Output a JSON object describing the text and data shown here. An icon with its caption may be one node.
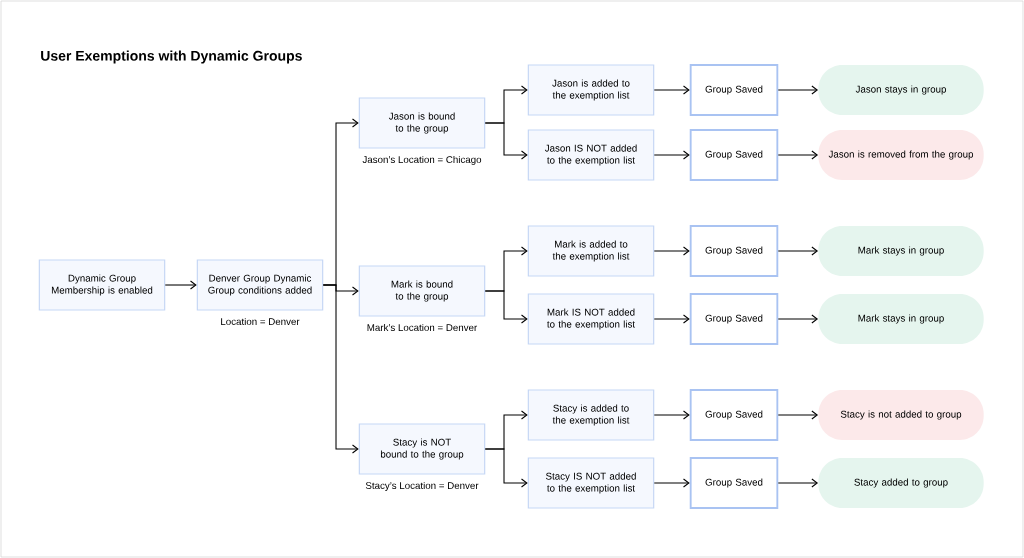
{
  "diagram": {
    "title": "User Exemptions with Dynamic Groups",
    "nodes": [
      {
        "text": [
          "Dynamic Group Membership is enabled"
        ]
      },
      {
        "text": [
          "Denver Group Dynamic Group conditions added"
        ],
        "beside": [
          "Location = Denver"
        ]
      },
      {
        "text": [
          "Jason is bound to the group"
        ],
        "beside": [
          "Jason’s Location = Chicago"
        ]
      },
      {
        "text": [
          "Jason is added to the exemption list"
        ]
      },
      {
        "text": [
          "Group Saved"
        ]
      },
      {
        "text": [
          "Jason stays in group"
        ]
      },
      {
        "text": [
          "Jason IS NOT added to the exemption list"
        ]
      },
      {
        "text": [
          "Group Saved"
        ]
      },
      {
        "text": [
          "Jason is removed from the group"
        ]
      },
      {
        "text": [
          "Mark is bound to the group"
        ],
        "beside": [
          "Mark’s Location = Denver"
        ]
      },
      {
        "text": [
          "Mark is added to the exemption list"
        ]
      },
      {
        "text": [
          "Group Saved"
        ]
      },
      {
        "text": [
          "Mark stays in group"
        ]
      },
      {
        "text": [
          "Mark IS NOT added to the exemption list"
        ]
      },
      {
        "text": [
          "Group Saved"
        ]
      },
      {
        "text": [
          "Mark stays in group"
        ]
      },
      {
        "text": [
          "Stacy is NOT bound to the group"
        ],
        "beside": [
          "Stacy’s Location = Denver"
        ]
      },
      {
        "text": [
          "Stacy is added to the exemption list"
        ]
      },
      {
        "text": [
          "Group Saved"
        ]
      },
      {
        "text": [
          "Stacy is not added to group"
        ]
      },
      {
        "text": [
          "Stacy IS NOT added to the exemption list"
        ]
      },
      {
        "text": [
          "Group Saved"
        ]
      },
      {
        "text": [
          "Stacy added to group"
        ]
      }
    ],
    "edges": [
      {
        "from": 0,
        "to": 1,
        "arrow": "to"
      },
      {
        "from": 1,
        "to": 2,
        "arrow": "to"
      },
      {
        "from": 1,
        "to": 9,
        "arrow": "to"
      },
      {
        "from": 1,
        "to": 16,
        "arrow": "to"
      },
      {
        "from": 2,
        "to": 3,
        "arrow": "to"
      },
      {
        "from": 2,
        "to": 6,
        "arrow": "to"
      },
      {
        "from": 3,
        "to": 4,
        "arrow": "to"
      },
      {
        "from": 4,
        "to": 5,
        "arrow": "to"
      },
      {
        "from": 6,
        "to": 7,
        "arrow": "to"
      },
      {
        "from": 7,
        "to": 8,
        "arrow": "to"
      },
      {
        "from": 9,
        "to": 10,
        "arrow": "to"
      },
      {
        "from": 9,
        "to": 13,
        "arrow": "to"
      },
      {
        "from": 10,
        "to": 11,
        "arrow": "to"
      },
      {
        "from": 11,
        "to": 12,
        "arrow": "to"
      },
      {
        "from": 13,
        "to": 14,
        "arrow": "to"
      },
      {
        "from": 14,
        "to": 15,
        "arrow": "to"
      },
      {
        "from": 16,
        "to": 17,
        "arrow": "to"
      },
      {
        "from": 16,
        "to": 20,
        "arrow": "to"
      },
      {
        "from": 17,
        "to": 18,
        "arrow": "to"
      },
      {
        "from": 18,
        "to": 19,
        "arrow": "to"
      },
      {
        "from": 20,
        "to": 21,
        "arrow": "to"
      },
      {
        "from": 21,
        "to": 22,
        "arrow": "to"
      }
    ]
  }
}
